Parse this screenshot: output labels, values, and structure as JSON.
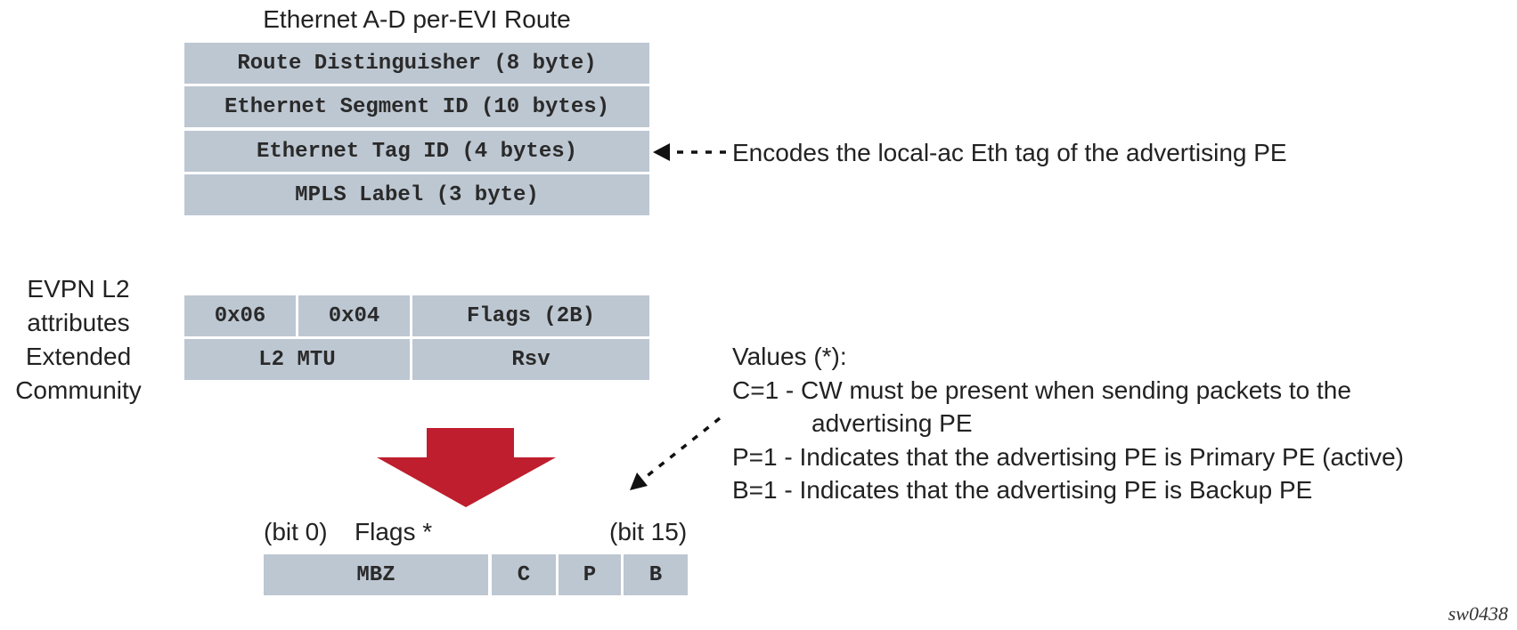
{
  "route": {
    "title": "Ethernet A-D per-EVI Route",
    "fields": [
      "Route Distinguisher (8 byte)",
      "Ethernet Segment ID (10 bytes)",
      "Ethernet Tag ID (4 bytes)",
      "MPLS Label (3 byte)"
    ],
    "tag_annotation": "Encodes the local-ac Eth tag of the advertising PE"
  },
  "community": {
    "label_lines": [
      "EVPN L2",
      "attributes",
      "Extended",
      "Community"
    ],
    "row1": [
      "0x06",
      "0x04",
      "Flags (2B)"
    ],
    "row2": [
      "L2 MTU",
      "Rsv"
    ]
  },
  "values": {
    "heading": "Values (*):",
    "c_line1": "C=1 - CW must be present when sending packets to the",
    "c_line2": "advertising PE",
    "p_line": "P=1 - Indicates that the advertising PE is Primary PE (active)",
    "b_line": "B=1 - Indicates that the advertising PE is Backup PE"
  },
  "flags": {
    "bit0_label": "(bit 0)",
    "title": "Flags *",
    "bit15_label": "(bit 15)",
    "cells": [
      "MBZ",
      "C",
      "P",
      "B"
    ]
  },
  "colors": {
    "box_fill": "#bdc7d2",
    "arrow_red": "#be1e2d",
    "text": "#222222"
  },
  "figure_id": "sw0438"
}
